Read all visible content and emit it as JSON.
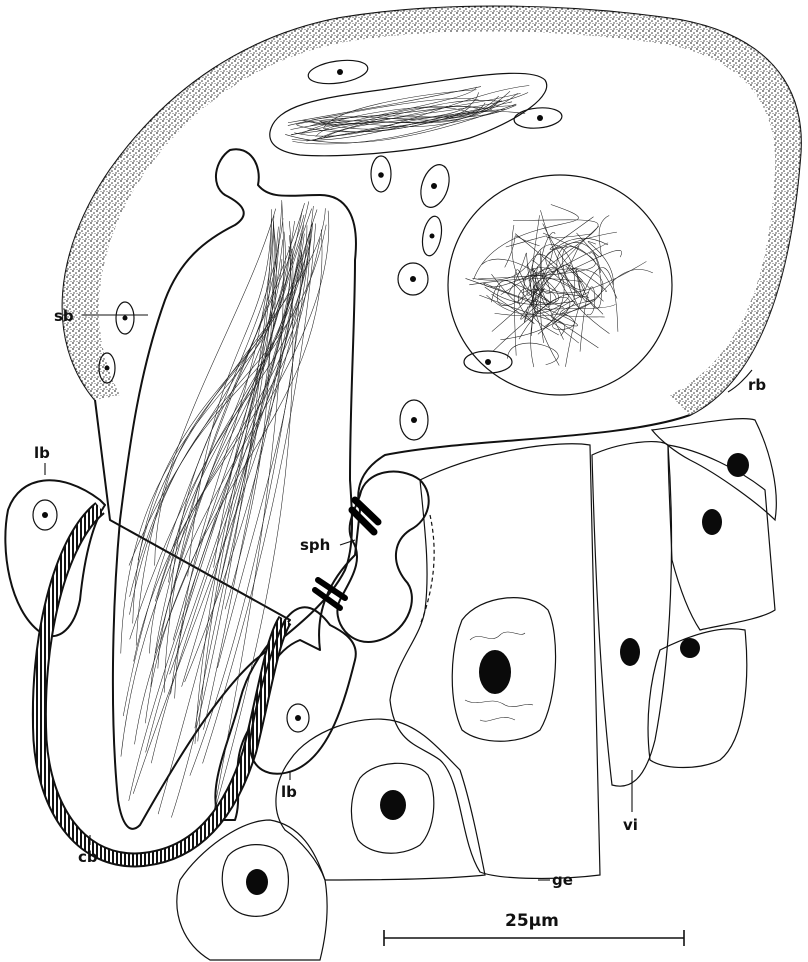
{
  "labels": {
    "sb": "sb",
    "rb": "rb",
    "lb_upper": "lb",
    "lb_lower": "lb",
    "sph": "sph",
    "cb": "cb",
    "vi": "vi",
    "ge": "ge"
  },
  "scale_bar": {
    "label": "25μm"
  }
}
